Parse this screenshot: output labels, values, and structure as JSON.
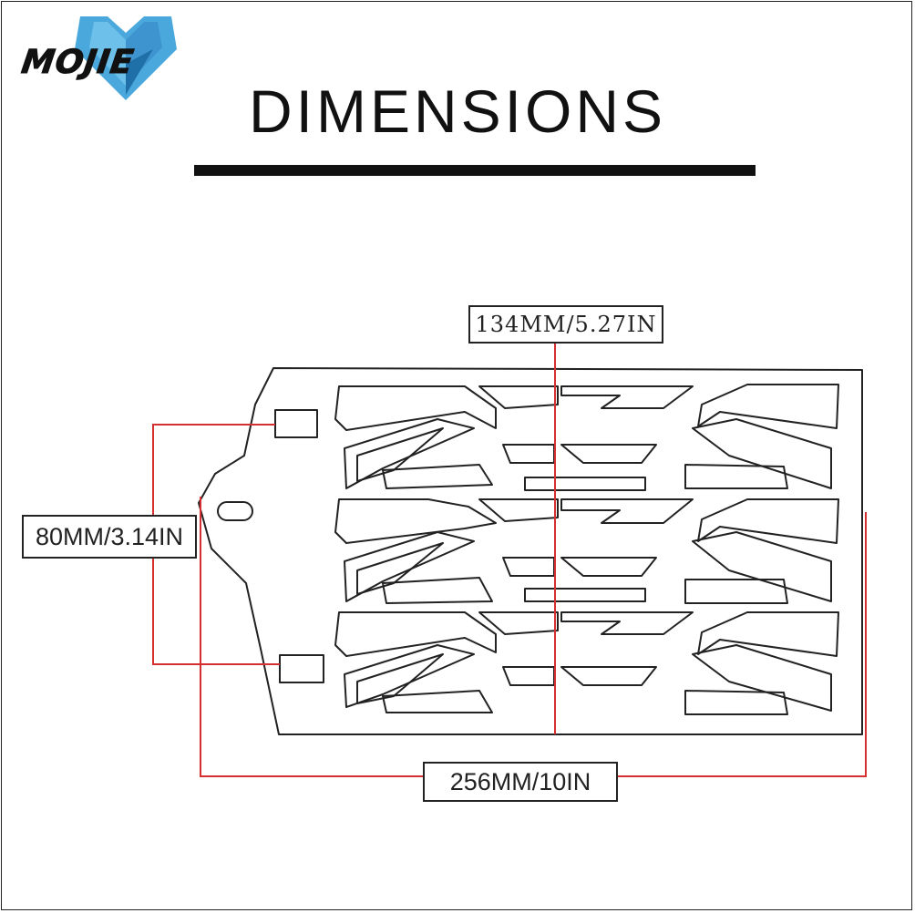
{
  "brand": {
    "logo_text": "MOJIE",
    "colors": {
      "logo_blue": "#4aa8dc",
      "logo_dark_blue": "#1f6fa8",
      "logo_black": "#111111"
    }
  },
  "title": "DIMENSIONS",
  "dimensions": {
    "height_label": "134MM/5.27IN",
    "width_label": "80MM/3.14IN",
    "length_label": "256MM/10IN"
  },
  "colors": {
    "outline": "#222222",
    "dimension_line": "#d62f2f",
    "title_rule": "#111111"
  }
}
